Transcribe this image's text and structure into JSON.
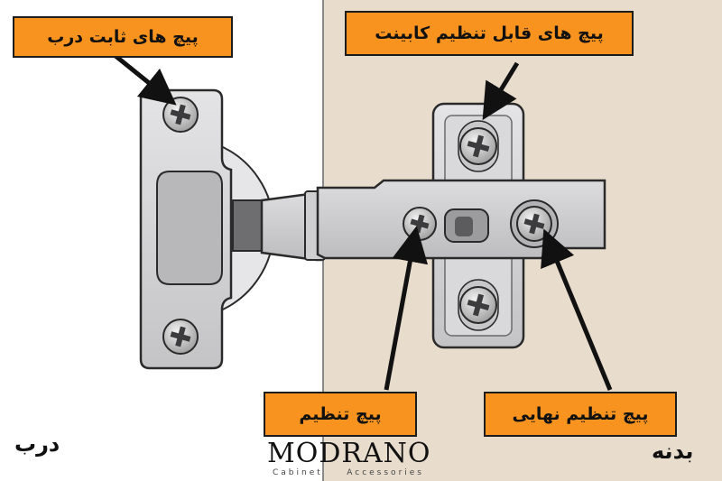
{
  "callouts": {
    "door_fixed_screws": "پیچ های ثابت درب",
    "cabinet_adjustable_screws": "پیچ های قابل تنظیم کابینت",
    "adjustment_screw": "پیچ تنظیم",
    "final_adjustment_screw": "پیچ تنظیم نهایی"
  },
  "sides": {
    "door": "درب",
    "body": "بدنه"
  },
  "logo": {
    "name": "MODRANO",
    "tagline_left": "Cabinet",
    "tagline_right": "Accessories"
  },
  "colors": {
    "door_bg": "#ffffff",
    "body_bg": "#e8dccd",
    "metal": "#d3d3d5",
    "callout": "#f7931e",
    "outline": "#1c1c1c"
  }
}
